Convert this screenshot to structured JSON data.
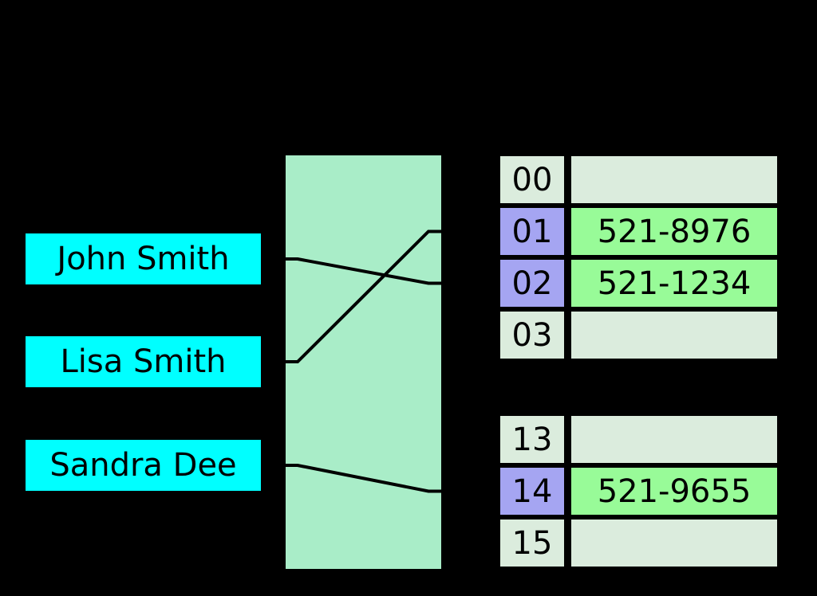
{
  "keys": [
    {
      "label": "John Smith"
    },
    {
      "label": "Lisa Smith"
    },
    {
      "label": "Sandra Dee"
    }
  ],
  "buckets_top": [
    {
      "index": "00",
      "value": "",
      "occupied": false
    },
    {
      "index": "01",
      "value": "521-8976",
      "occupied": true
    },
    {
      "index": "02",
      "value": "521-1234",
      "occupied": true
    },
    {
      "index": "03",
      "value": "",
      "occupied": false
    }
  ],
  "buckets_bottom": [
    {
      "index": "13",
      "value": "",
      "occupied": false
    },
    {
      "index": "14",
      "value": "521-9655",
      "occupied": true
    },
    {
      "index": "15",
      "value": "",
      "occupied": false
    }
  ],
  "links": [
    {
      "from": "John Smith",
      "to": "02"
    },
    {
      "from": "Lisa Smith",
      "to": "01"
    },
    {
      "from": "Sandra Dee",
      "to": "14"
    }
  ],
  "colors": {
    "background": "#000000",
    "key_fill": "#00FFFF",
    "hash_box_fill": "#A9EDC8",
    "bucket_empty_fill": "#DBECDD",
    "bucket_occupied_fill": "#A5A5F2",
    "value_fill": "#98FB98",
    "line": "#000000",
    "text": "#000000"
  }
}
